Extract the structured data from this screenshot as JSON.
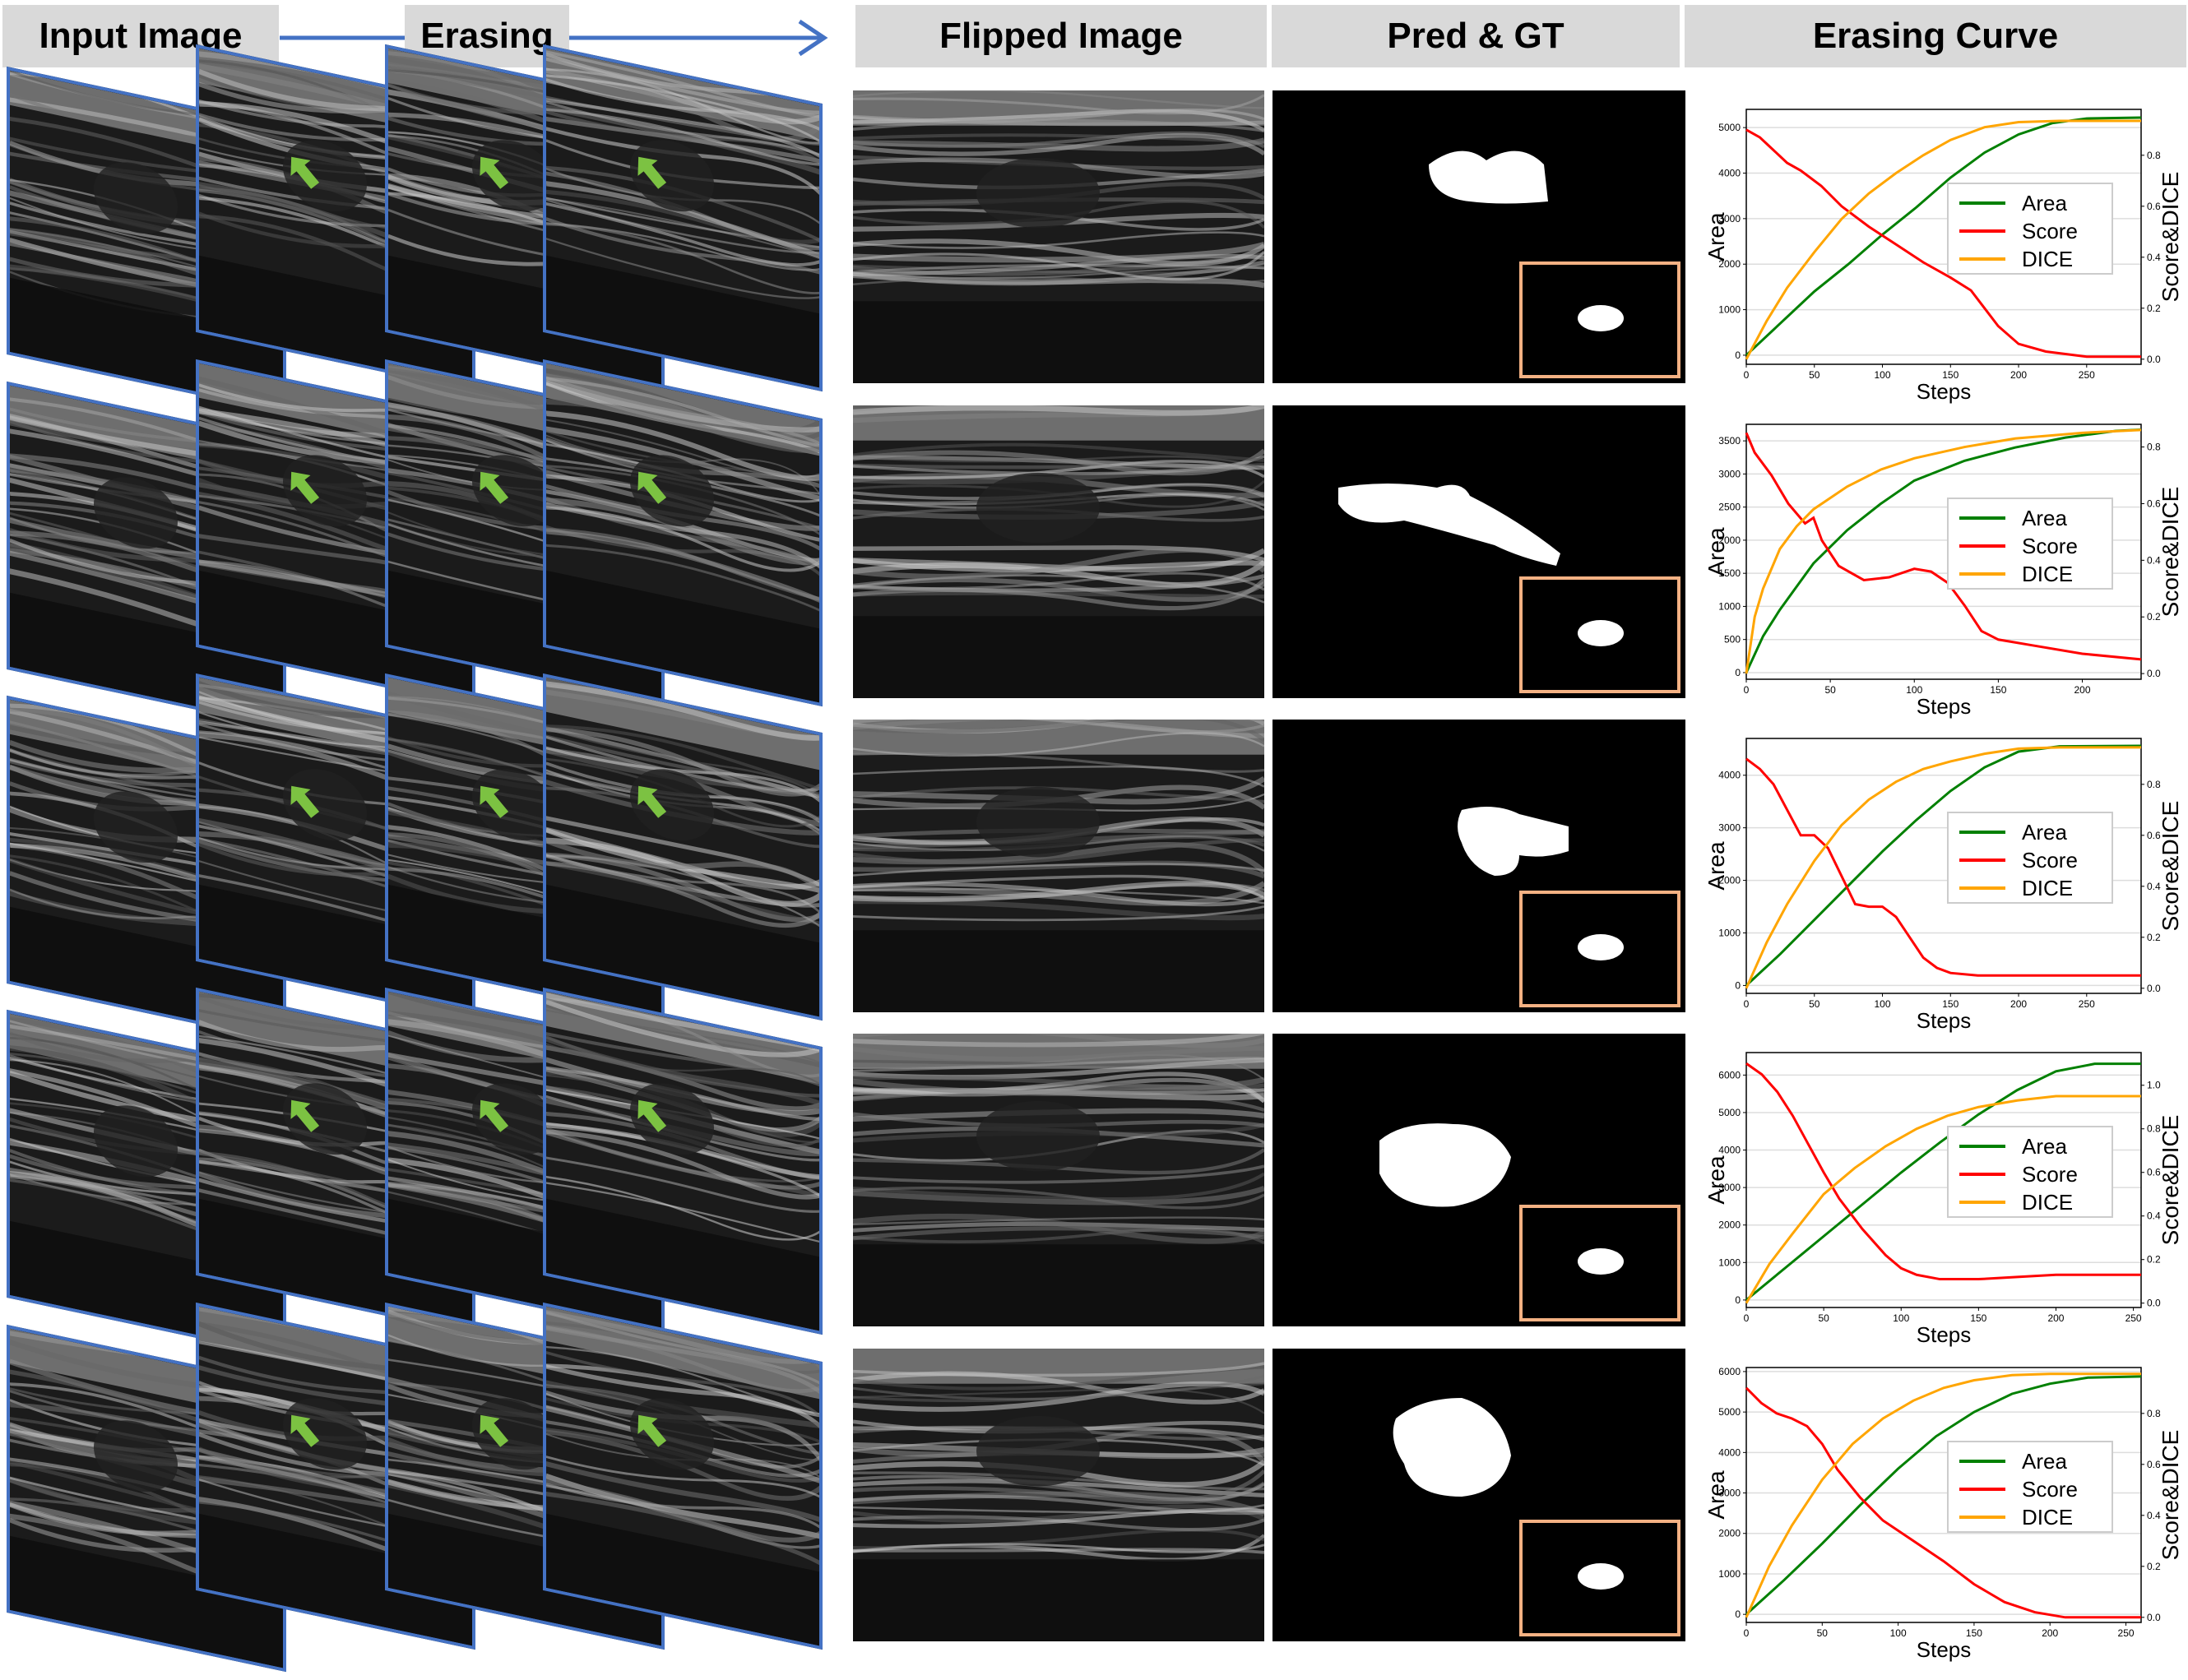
{
  "headers": {
    "input_image": "Input Image",
    "erasing": "Erasing",
    "flipped_image": "Flipped Image",
    "pred_gt": "Pred & GT",
    "erasing_curve": "Erasing Curve"
  },
  "colors": {
    "header_bg": "#d9d9d9",
    "frame_border": "#4472c4",
    "green_arrow": "#7cc242",
    "inset_border": "#f4b183",
    "area": "#008000",
    "score": "#ff0000",
    "dice": "#ffa500"
  },
  "icons": {
    "flow": "right-arrow-icon",
    "marker": "green-arrow-icon"
  },
  "legend": [
    "Area",
    "Score",
    "DICE"
  ],
  "chart_data": [
    {
      "type": "line",
      "xlabel": "Steps",
      "ylabel": "Area",
      "y2label": "Score&DICE",
      "xlim": [
        0,
        290
      ],
      "xticks": [
        0,
        50,
        100,
        150,
        200,
        250
      ],
      "ylim": [
        -200,
        5400
      ],
      "yticks": [
        0,
        1000,
        2000,
        3000,
        4000,
        5000
      ],
      "y2lim": [
        -0.02,
        0.98
      ],
      "y2ticks": [
        0.0,
        0.2,
        0.4,
        0.6,
        0.8
      ],
      "legend_position": "center-right",
      "grid": true,
      "series": [
        {
          "name": "Area",
          "axis": "left",
          "x": [
            0,
            25,
            50,
            75,
            100,
            125,
            150,
            175,
            200,
            225,
            250,
            290
          ],
          "y": [
            0,
            700,
            1400,
            2000,
            2650,
            3250,
            3900,
            4450,
            4850,
            5100,
            5200,
            5220
          ]
        },
        {
          "name": "Score",
          "axis": "right",
          "x": [
            0,
            10,
            20,
            30,
            40,
            55,
            70,
            90,
            110,
            130,
            150,
            165,
            175,
            185,
            200,
            220,
            250,
            290
          ],
          "y": [
            0.9,
            0.87,
            0.82,
            0.77,
            0.74,
            0.68,
            0.6,
            0.52,
            0.45,
            0.38,
            0.32,
            0.27,
            0.2,
            0.13,
            0.06,
            0.03,
            0.01,
            0.01
          ]
        },
        {
          "name": "DICE",
          "axis": "right",
          "x": [
            0,
            15,
            30,
            50,
            70,
            90,
            110,
            130,
            150,
            175,
            200,
            230,
            290
          ],
          "y": [
            0,
            0.15,
            0.28,
            0.42,
            0.55,
            0.65,
            0.73,
            0.8,
            0.86,
            0.91,
            0.93,
            0.935,
            0.935
          ]
        }
      ]
    },
    {
      "type": "line",
      "xlabel": "Steps",
      "ylabel": "Area",
      "y2label": "Score&DICE",
      "xlim": [
        0,
        235
      ],
      "xticks": [
        0,
        50,
        100,
        150,
        200
      ],
      "ylim": [
        -100,
        3750
      ],
      "yticks": [
        0,
        500,
        1000,
        1500,
        2000,
        2500,
        3000,
        3500
      ],
      "y2lim": [
        -0.02,
        0.88
      ],
      "y2ticks": [
        0.0,
        0.2,
        0.4,
        0.6,
        0.8
      ],
      "legend_position": "center-right",
      "grid": true,
      "series": [
        {
          "name": "Area",
          "axis": "left",
          "x": [
            0,
            10,
            20,
            30,
            40,
            60,
            80,
            100,
            130,
            160,
            190,
            220,
            235
          ],
          "y": [
            0,
            550,
            950,
            1300,
            1650,
            2150,
            2550,
            2900,
            3200,
            3400,
            3550,
            3650,
            3670
          ]
        },
        {
          "name": "Score",
          "axis": "right",
          "x": [
            0,
            5,
            15,
            25,
            35,
            40,
            45,
            55,
            70,
            85,
            100,
            110,
            120,
            130,
            140,
            150,
            170,
            200,
            235
          ],
          "y": [
            0.85,
            0.78,
            0.7,
            0.6,
            0.53,
            0.55,
            0.47,
            0.38,
            0.33,
            0.34,
            0.37,
            0.36,
            0.32,
            0.24,
            0.15,
            0.12,
            0.1,
            0.07,
            0.05
          ]
        },
        {
          "name": "DICE",
          "axis": "right",
          "x": [
            0,
            5,
            10,
            20,
            30,
            40,
            60,
            80,
            100,
            130,
            160,
            200,
            235
          ],
          "y": [
            0,
            0.2,
            0.3,
            0.44,
            0.52,
            0.58,
            0.66,
            0.72,
            0.76,
            0.8,
            0.83,
            0.85,
            0.86
          ]
        }
      ]
    },
    {
      "type": "line",
      "xlabel": "Steps",
      "ylabel": "Area",
      "y2label": "Score&DICE",
      "xlim": [
        0,
        290
      ],
      "xticks": [
        0,
        50,
        100,
        150,
        200,
        250
      ],
      "ylim": [
        -150,
        4700
      ],
      "yticks": [
        0,
        1000,
        2000,
        3000,
        4000
      ],
      "y2lim": [
        -0.02,
        0.98
      ],
      "y2ticks": [
        0.0,
        0.2,
        0.4,
        0.6,
        0.8
      ],
      "legend_position": "center-right",
      "grid": true,
      "series": [
        {
          "name": "Area",
          "axis": "left",
          "x": [
            0,
            25,
            50,
            75,
            100,
            125,
            150,
            175,
            200,
            230,
            290
          ],
          "y": [
            0,
            600,
            1250,
            1900,
            2550,
            3150,
            3700,
            4150,
            4450,
            4550,
            4560
          ]
        },
        {
          "name": "Score",
          "axis": "right",
          "x": [
            0,
            10,
            20,
            30,
            40,
            50,
            60,
            70,
            80,
            90,
            100,
            110,
            120,
            130,
            140,
            150,
            170,
            200,
            290
          ],
          "y": [
            0.9,
            0.86,
            0.8,
            0.7,
            0.6,
            0.6,
            0.55,
            0.44,
            0.33,
            0.32,
            0.32,
            0.28,
            0.2,
            0.12,
            0.08,
            0.06,
            0.05,
            0.05,
            0.05
          ]
        },
        {
          "name": "DICE",
          "axis": "right",
          "x": [
            0,
            15,
            30,
            50,
            70,
            90,
            110,
            130,
            150,
            175,
            200,
            230,
            290
          ],
          "y": [
            0,
            0.18,
            0.33,
            0.5,
            0.64,
            0.74,
            0.81,
            0.86,
            0.89,
            0.92,
            0.94,
            0.945,
            0.945
          ]
        }
      ]
    },
    {
      "type": "line",
      "xlabel": "Steps",
      "ylabel": "Area",
      "y2label": "Score&DICE",
      "xlim": [
        0,
        255
      ],
      "xticks": [
        0,
        50,
        100,
        150,
        200,
        250
      ],
      "ylim": [
        -200,
        6600
      ],
      "yticks": [
        0,
        1000,
        2000,
        3000,
        4000,
        5000,
        6000
      ],
      "y2lim": [
        -0.02,
        1.15
      ],
      "y2ticks": [
        0.0,
        0.2,
        0.4,
        0.6,
        0.8,
        1.0
      ],
      "legend_position": "center-right",
      "grid": true,
      "series": [
        {
          "name": "Area",
          "axis": "left",
          "x": [
            0,
            25,
            50,
            75,
            100,
            125,
            150,
            175,
            200,
            225,
            255
          ],
          "y": [
            0,
            850,
            1700,
            2550,
            3400,
            4200,
            4950,
            5600,
            6100,
            6300,
            6300
          ]
        },
        {
          "name": "Score",
          "axis": "right",
          "x": [
            0,
            10,
            20,
            30,
            40,
            50,
            60,
            75,
            90,
            100,
            110,
            125,
            150,
            175,
            200,
            225,
            255
          ],
          "y": [
            1.1,
            1.05,
            0.97,
            0.86,
            0.73,
            0.6,
            0.48,
            0.34,
            0.22,
            0.16,
            0.13,
            0.11,
            0.11,
            0.12,
            0.13,
            0.13,
            0.13
          ]
        },
        {
          "name": "DICE",
          "axis": "right",
          "x": [
            0,
            15,
            30,
            50,
            70,
            90,
            110,
            130,
            150,
            175,
            200,
            225,
            255
          ],
          "y": [
            0,
            0.18,
            0.32,
            0.5,
            0.62,
            0.72,
            0.8,
            0.86,
            0.9,
            0.93,
            0.95,
            0.95,
            0.95
          ]
        }
      ]
    },
    {
      "type": "line",
      "xlabel": "Steps",
      "ylabel": "Area",
      "y2label": "Score&DICE",
      "xlim": [
        0,
        260
      ],
      "xticks": [
        0,
        50,
        100,
        150,
        200,
        250
      ],
      "ylim": [
        -200,
        6100
      ],
      "yticks": [
        0,
        1000,
        2000,
        3000,
        4000,
        5000,
        6000
      ],
      "y2lim": [
        -0.02,
        0.98
      ],
      "y2ticks": [
        0.0,
        0.2,
        0.4,
        0.6,
        0.8
      ],
      "legend_position": "center-right",
      "grid": true,
      "series": [
        {
          "name": "Area",
          "axis": "left",
          "x": [
            0,
            25,
            50,
            75,
            100,
            125,
            150,
            175,
            200,
            225,
            260
          ],
          "y": [
            0,
            850,
            1750,
            2700,
            3600,
            4400,
            5000,
            5450,
            5700,
            5850,
            5880
          ]
        },
        {
          "name": "Score",
          "axis": "right",
          "x": [
            0,
            10,
            20,
            30,
            40,
            50,
            60,
            75,
            90,
            110,
            130,
            150,
            170,
            190,
            210,
            260
          ],
          "y": [
            0.9,
            0.84,
            0.8,
            0.78,
            0.75,
            0.68,
            0.58,
            0.47,
            0.38,
            0.3,
            0.22,
            0.13,
            0.06,
            0.02,
            0.0,
            0.0
          ]
        },
        {
          "name": "DICE",
          "axis": "right",
          "x": [
            0,
            15,
            30,
            50,
            70,
            90,
            110,
            130,
            150,
            175,
            200,
            260
          ],
          "y": [
            0,
            0.2,
            0.36,
            0.54,
            0.68,
            0.78,
            0.85,
            0.9,
            0.93,
            0.95,
            0.955,
            0.955
          ]
        }
      ]
    }
  ]
}
